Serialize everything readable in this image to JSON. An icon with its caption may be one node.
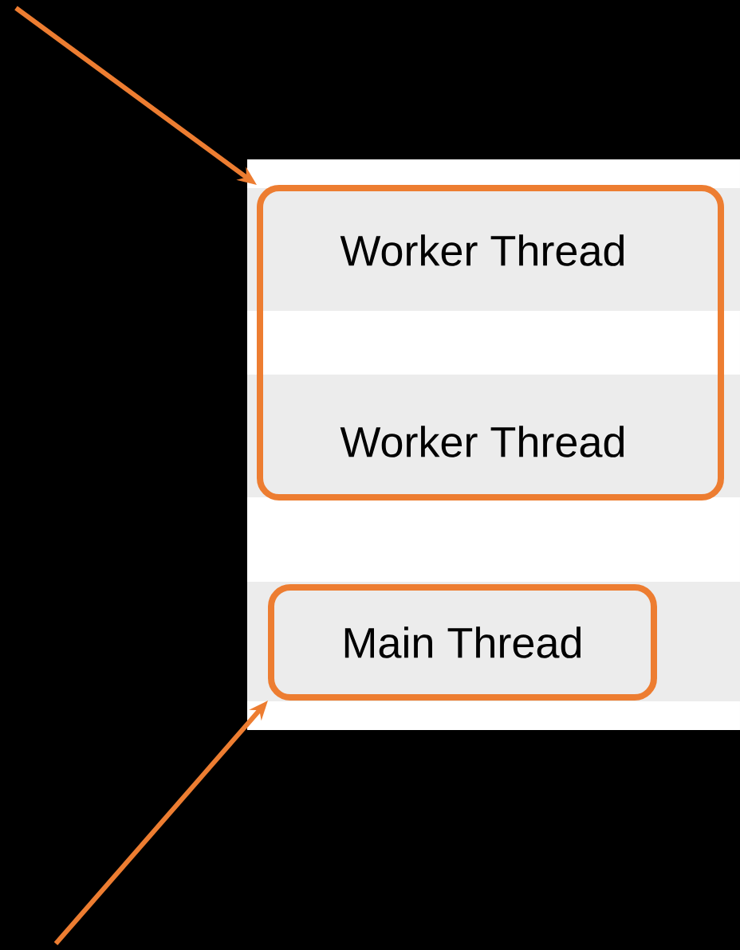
{
  "diagram": {
    "nodes": [
      {
        "text": [],
        "shape": "box"
      },
      {
        "text": [
          "Worker Thread"
        ],
        "in": 0
      },
      {
        "text": [
          "Worker Thread"
        ],
        "in": 0
      },
      {
        "text": [
          "Main Thread"
        ]
      }
    ],
    "edges": [
      {
        "from": null,
        "to": 0,
        "arrow": "to"
      },
      {
        "from": null,
        "to": 3,
        "arrow": "to"
      }
    ]
  }
}
